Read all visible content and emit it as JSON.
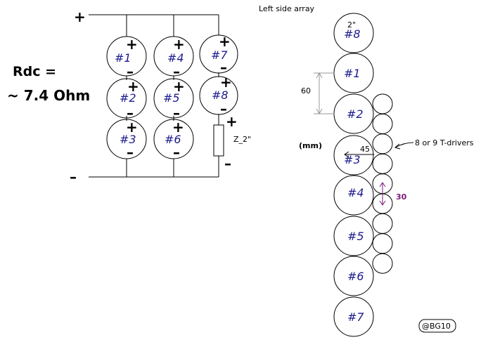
{
  "rdc_label": "Rdc =",
  "rdc_value": "~ 7.4 Ohm",
  "title": "Left side array",
  "plus": "+",
  "minus": "–",
  "circuit": {
    "drivers": [
      "#1",
      "#2",
      "#3",
      "#4",
      "#5",
      "#6",
      "#7",
      "#8"
    ],
    "inductor_label": "Z_2\""
  },
  "array": {
    "drivers": [
      "#8",
      "#1",
      "#2",
      "#3",
      "#4",
      "#5",
      "#6",
      "#7"
    ],
    "top_size": "2\"",
    "unit": "(mm)",
    "spacing": "60",
    "offset": "45",
    "tweeter_spacing": "30",
    "tweeter_note": "8 or 9 T-drivers",
    "tweeter_count": 9
  },
  "credit": "@BG10",
  "colors": {
    "label": "#1c1c8c",
    "dimension": "#7a1a7a",
    "line": "#000000"
  }
}
